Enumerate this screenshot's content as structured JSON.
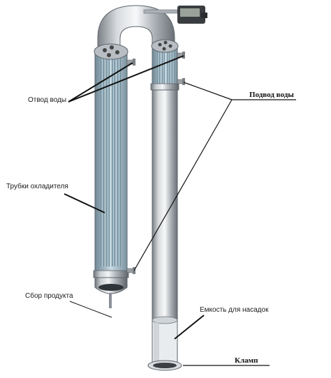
{
  "labels": {
    "water_outlet": "Отвод воды",
    "water_inlet": "Подвод воды",
    "cooler_tubes": "Трубки охладителя",
    "product_collection": "Сбор продукта",
    "packing_container": "Емкость для насадок",
    "clamp": "Кламп"
  },
  "colors": {
    "steel_dark": "#6f757b",
    "steel_light": "#f2f4f6",
    "tube_glass": "#9fb7c4",
    "leader_line": "#111111"
  }
}
